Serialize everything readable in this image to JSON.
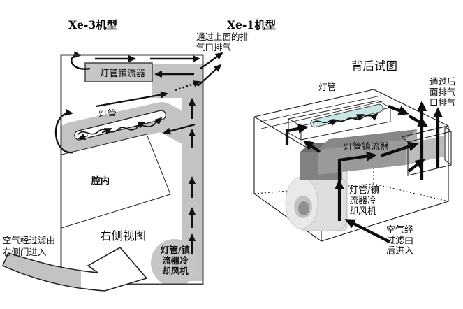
{
  "left_panel": {
    "title": "Xe-3机型",
    "exhaust_note_line1": "通过上面的排",
    "exhaust_note_line2": "气口排气",
    "ballast_label": "灯管镇流器",
    "lamp_label": "灯管",
    "cavity_label": "腔内",
    "view_label": "右侧视图",
    "fan_label_line1": "灯管/镇",
    "fan_label_line2": "流器冷",
    "fan_label_line3": "却风机",
    "inlet_note_line1": "空气经过滤由",
    "inlet_note_line2": "右侧门进入"
  },
  "right_panel": {
    "title": "Xe-1机型",
    "view_label": "背后试图",
    "lamp_label": "灯管",
    "ballast_label": "灯管镇流器",
    "exhaust_note_line1": "通过后",
    "exhaust_note_line2": "面排气",
    "exhaust_note_line3": "口排气",
    "fan_label_line1": "灯管/镇",
    "fan_label_line2": "流器冷",
    "fan_label_line3": "却风机",
    "inlet_note_line1": "空气经",
    "inlet_note_line2": "过滤由",
    "inlet_note_line3": "后进入"
  },
  "colors": {
    "flow_gray": "#c3c3c3",
    "ballast_dark_gray": "#8e8e8e",
    "lamp_cyan": "#c9e5e4",
    "arrow_black": "#111111"
  }
}
